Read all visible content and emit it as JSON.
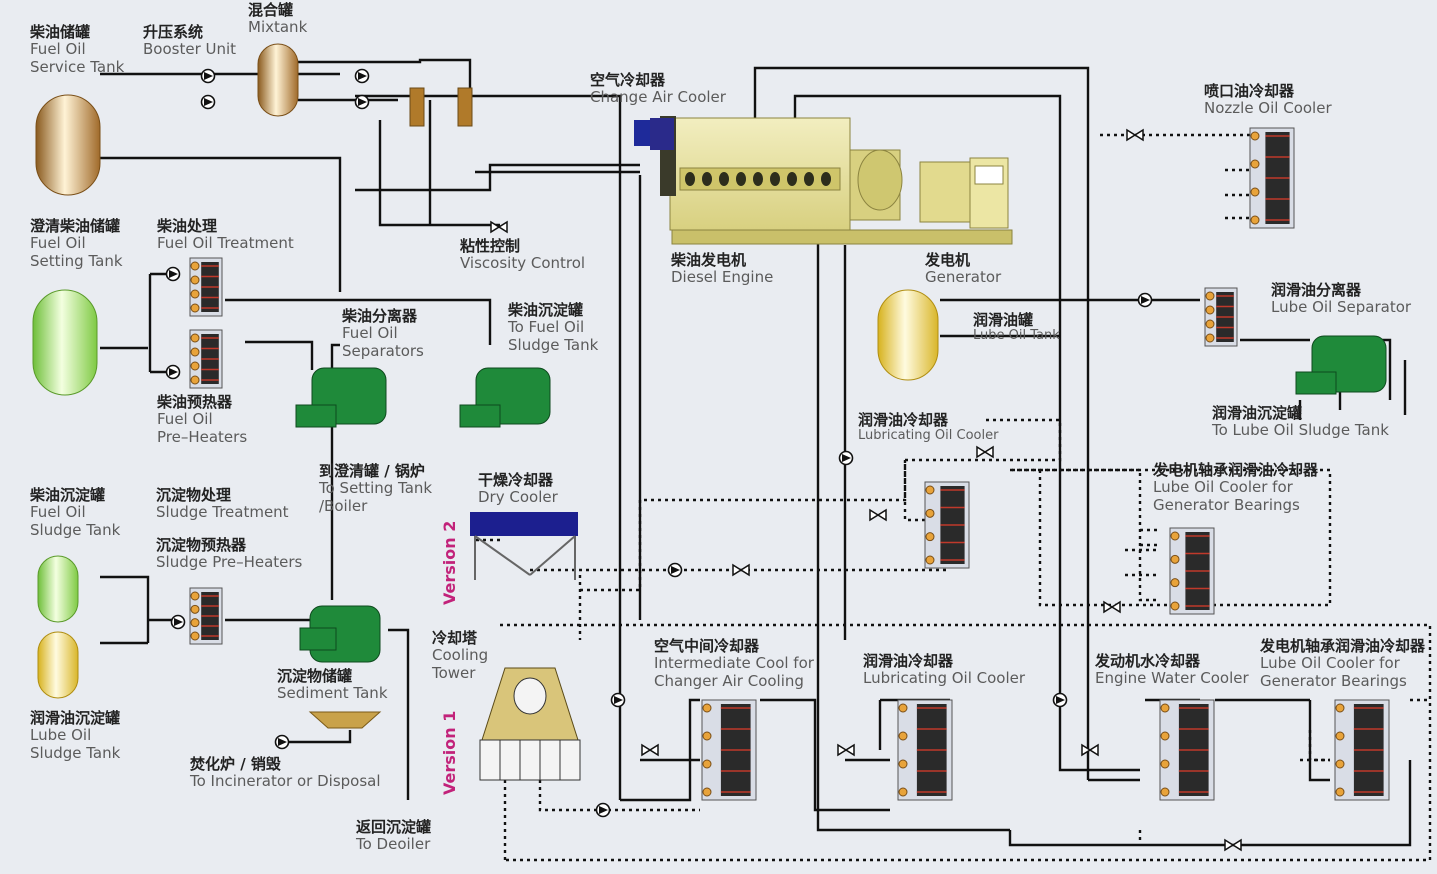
{
  "colors": {
    "background": "#e9ecf1",
    "pipe_solid": "#111111",
    "pipe_dotted": "#111111",
    "engine_body": "#e8e29a",
    "separator_green": "#1f8a3a",
    "version_label": "#c2227a",
    "dry_cooler_blue": "#1c1f8f"
  },
  "labels": {
    "fuel_oil_service_tank": {
      "zh": "柴油储罐",
      "en1": "Fuel Oil",
      "en2": "Service Tank"
    },
    "booster_unit": {
      "zh": "升压系统",
      "en1": "Booster Unit"
    },
    "mixtank": {
      "zh": "混合罐",
      "en1": "Mixtank"
    },
    "charge_air_cooler": {
      "zh": "空气冷却器",
      "en1": "Change Air Cooler"
    },
    "nozzle_oil_cooler": {
      "zh": "喷口油冷却器",
      "en1": "Nozzle Oil Cooler"
    },
    "fuel_oil_setting_tank": {
      "zh": "澄清柴油储罐",
      "en1": "Fuel Oil",
      "en2": "Setting Tank"
    },
    "fuel_oil_treatment": {
      "zh": "柴油处理",
      "en1": "Fuel Oil Treatment"
    },
    "viscosity_control": {
      "zh": "粘性控制",
      "en1": "Viscosity Control"
    },
    "diesel_engine": {
      "zh": "柴油发电机",
      "en1": "Diesel Engine"
    },
    "generator": {
      "zh": "发电机",
      "en1": "Generator"
    },
    "lube_oil_separator": {
      "zh": "润滑油分离器",
      "en1": "Lube Oil Separator"
    },
    "fuel_oil_separators": {
      "zh": "柴油分离器",
      "en1": "Fuel Oil",
      "en2": "Separators"
    },
    "to_fuel_oil_sludge_tank": {
      "zh": "柴油沉淀罐",
      "en1": "To Fuel Oil",
      "en2": "Sludge Tank"
    },
    "lube_oil_tank": {
      "zh": "润滑油罐",
      "en1": "Lube Oil Tank"
    },
    "fuel_oil_pre_heaters": {
      "zh": "柴油预热器",
      "en1": "Fuel Oil",
      "en2": "Pre–Heaters"
    },
    "to_lube_oil_sludge_tank": {
      "zh": "润滑油沉淀罐",
      "en1": "To Lube Oil Sludge Tank"
    },
    "lubricating_oil_cooler_top": {
      "zh": "润滑油冷却器",
      "en1": "Lubricating Oil Cooler"
    },
    "to_setting_tank_boiler": {
      "zh": "到澄清罐 / 锅炉",
      "en1": "To Setting Tank",
      "en2": "/Boiler"
    },
    "dry_cooler": {
      "zh": "干燥冷却器",
      "en1": "Dry Cooler"
    },
    "gen_bearing_cooler_top": {
      "zh": "发电机轴承润滑油冷却器",
      "en1": "Lube Oil Cooler for",
      "en2": "Generator Bearings"
    },
    "fuel_oil_sludge_tank": {
      "zh": "柴油沉淀罐",
      "en1": "Fuel Oil",
      "en2": "Sludge Tank"
    },
    "sludge_treatment": {
      "zh": "沉淀物处理",
      "en1": "Sludge Treatment"
    },
    "sludge_pre_heaters": {
      "zh": "沉淀物预热器",
      "en1": "Sludge Pre–Heaters"
    },
    "cooling_tower": {
      "zh": "冷却塔",
      "en1": "Cooling",
      "en2": "Tower"
    },
    "intermediate_cooler": {
      "zh": "空气中间冷却器",
      "en1": "Intermediate Cool for",
      "en2": "Changer Air Cooling"
    },
    "lubricating_oil_cooler": {
      "zh": "润滑油冷却器",
      "en1": "Lubricating Oil Cooler"
    },
    "engine_water_cooler": {
      "zh": "发动机水冷却器",
      "en1": "Engine Water Cooler"
    },
    "gen_bearing_cooler_bottom": {
      "zh": "发电机轴承润滑油冷却器",
      "en1": "Lube Oil Cooler for",
      "en2": "Generator Bearings"
    },
    "sediment_tank": {
      "zh": "沉淀物储罐",
      "en1": "Sediment Tank"
    },
    "lube_oil_sludge_tank": {
      "zh": "润滑油沉淀罐",
      "en1": "Lube Oil",
      "en2": "Sludge Tank"
    },
    "to_incinerator": {
      "zh": "焚化炉 / 销毁",
      "en1": "To Incinerator or Disposal"
    },
    "to_deoiler": {
      "zh": "返回沉淀罐",
      "en1": "To Deoiler"
    },
    "version_2": "Version 2",
    "version_1": "Version 1"
  }
}
